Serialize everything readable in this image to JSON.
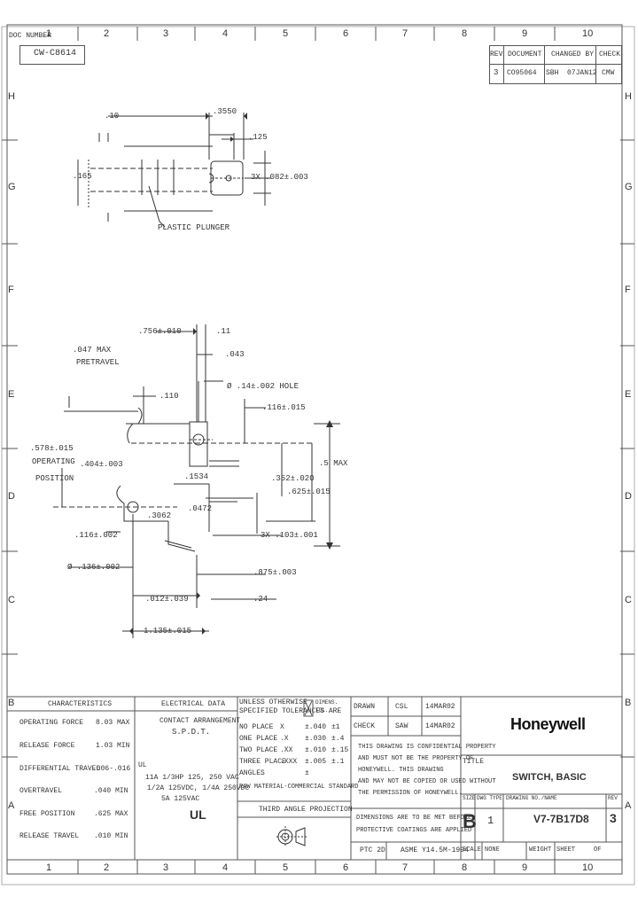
{
  "sheet": {
    "doc_label": "DOC NUMBER",
    "doc_number": "CW-C8614",
    "columns": [
      "1",
      "2",
      "3",
      "4",
      "5",
      "6",
      "7",
      "8",
      "9",
      "10"
    ],
    "rows": [
      "H",
      "G",
      "F",
      "E",
      "D",
      "C",
      "B",
      "A"
    ]
  },
  "revision_block": {
    "headers": [
      "REV",
      "DOCUMENT",
      "CHANGED BY",
      "CHECK"
    ],
    "row": [
      "3",
      "CO95064",
      "SBH",
      "07JAN12",
      "CMW"
    ]
  },
  "top_view": {
    "dims": [
      ".10",
      ".3550",
      ".125",
      ".165",
      "3X .082±.003"
    ],
    "callout": "PLASTIC PLUNGER"
  },
  "side_view": {
    "dims": [
      ".756±.010",
      ".11",
      ".043",
      ".110",
      "Ø .14±.002 HOLE",
      ".116±.015",
      ".5 MAX",
      ".625±.015",
      "3X .103±.001",
      ".24",
      ".012±.039",
      ".352±.020",
      ".875±.003",
      "1.135±.015",
      ".404±.003",
      ".116±.002",
      "Ø .136±.002",
      ".1534",
      ".0472",
      ".3062"
    ],
    "notes": [
      ".047 MAX",
      "PRETRAVEL",
      ".578±.015",
      "OPERATING",
      "POSITION"
    ]
  },
  "characteristics": {
    "header": "CHARACTERISTICS",
    "rows": [
      {
        "label": "OPERATING FORCE",
        "value": "8.03 MAX"
      },
      {
        "label": "RELEASE FORCE",
        "value": "1.03 MIN"
      },
      {
        "label": "DIFFERENTIAL TRAVEL",
        "value": ".006-.016"
      },
      {
        "label": "OVERTRAVEL",
        "value": ".040 MIN"
      },
      {
        "label": "FREE POSITION",
        "value": ".625 MAX"
      },
      {
        "label": "RELEASE TRAVEL",
        "value": ".010 MIN"
      }
    ]
  },
  "electrical": {
    "header": "ELECTRICAL DATA",
    "sub1": "CONTACT ARRANGEMENT",
    "sub2": "S.P.D.T.",
    "rating_ref": "UL",
    "ratings": [
      "11A 1/3HP 125, 250 VAC",
      "1/2A 125VDC, 1/4A 250VDC",
      "5A 125VAC"
    ],
    "ul_mark": "UL"
  },
  "tolerances": {
    "header_lines": [
      "UNLESS OTHERWISE",
      "SPECIFIED TOLERANCES ARE"
    ],
    "std_label": "X",
    "std_text": [
      "DIMENS.",
      "TOL."
    ],
    "rows": [
      {
        "label": "NO PLACE",
        "a": "X",
        "b": "±.040",
        "c": "±1"
      },
      {
        "label": "ONE PLACE",
        "a": ".X",
        "b": "±.030",
        "c": "±.4"
      },
      {
        "label": "TWO PLACE",
        "a": ".XX",
        "b": "±.010",
        "c": "±.15"
      },
      {
        "label": "THREE PLACE",
        "a": ".XXX",
        "b": "±.005",
        "c": "±.1"
      },
      {
        "label": "ANGLES",
        "a": "",
        "b": "±",
        "c": ""
      }
    ],
    "material": "RAW MATERIAL-COMMERCIAL STANDARD"
  },
  "projection": {
    "label": "THIRD ANGLE PROJECTION"
  },
  "approvals": {
    "rows": [
      {
        "label": "DRAWN",
        "name": "CSL",
        "date": "14MAR02"
      },
      {
        "label": "CHECK",
        "name": "SAW",
        "date": "14MAR02"
      }
    ]
  },
  "notice": {
    "lines": [
      "THIS DRAWING IS CONFIDENTIAL PROPERTY",
      "AND MUST NOT BE THE PROPERTY OF",
      "HONEYWELL. THIS DRAWING",
      "AND MAY NOT BE COPIED OR USED WITHOUT",
      "THE PERMISSION OF HONEYWELL."
    ],
    "dim_note": [
      "DIMENSIONS ARE TO BE MET BEFORE",
      "PROTECTIVE COATINGS ARE APPLIED"
    ]
  },
  "footer": {
    "cad": "PTC 2D",
    "asme": "ASME Y14.5M-1994"
  },
  "title_block": {
    "company": "Honeywell",
    "title_label": "TITLE",
    "title": "SWITCH, BASIC",
    "size_label": "SIZE",
    "size": "B",
    "type_label": "DWG TYPE",
    "type": "1",
    "dwg_label": "DRAWING NO./NAME",
    "dwg_no": "V7-7B17D8",
    "rev_label": "REV",
    "rev": "3",
    "scale_label": "SCALE",
    "scale": "NONE",
    "weight_label": "WEIGHT",
    "sheet_label": "SHEET",
    "sheet_of": "OF"
  }
}
